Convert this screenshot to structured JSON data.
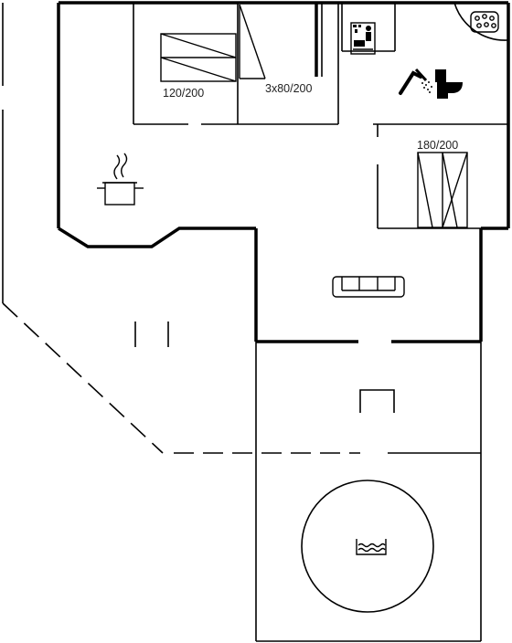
{
  "floorplan": {
    "labels": {
      "bed_double_1": "120/200",
      "bunk_beds": "3x80/200",
      "bed_double_2": "180/200"
    },
    "icons": [
      "whirlpool-icon",
      "sauna-icon",
      "shower-icon",
      "toilet-icon",
      "kitchen-pot-icon",
      "sofa-icon",
      "fireplace-icon",
      "pool-icon"
    ]
  }
}
